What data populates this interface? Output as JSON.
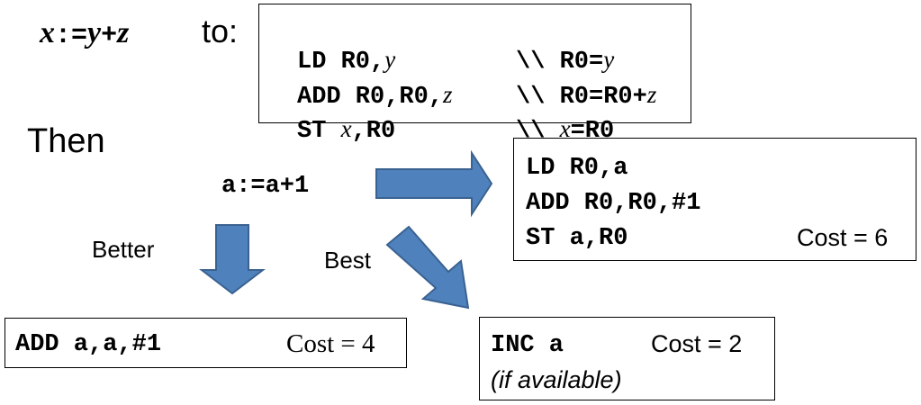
{
  "statement": {
    "lhs": "x",
    "op": ":=",
    "rhs_a": "y",
    "plus": "+",
    "rhs_b": "z"
  },
  "to_label": "to:",
  "generic_code": [
    {
      "instr": "LD R0,",
      "arg": "y",
      "comment_prefix": "\\\\ R0=",
      "comment_var": "y",
      "comment_suffix": ""
    },
    {
      "instr": "ADD R0,R0,",
      "arg": "z",
      "comment_prefix": "\\\\ R0=R0+",
      "comment_var": "z",
      "comment_suffix": ""
    },
    {
      "instr": "ST ",
      "arg": "x",
      "instr_suffix": ",R0",
      "comment_prefix": "\\\\ ",
      "comment_var": "x",
      "comment_suffix": "=R0"
    }
  ],
  "then_label": "Then",
  "example_statement": "a:=a+1",
  "naive": {
    "lines": [
      "LD R0,a",
      "ADD R0,R0,#1",
      "ST a,R0"
    ],
    "cost": "Cost = 6"
  },
  "better": {
    "label": "Better",
    "code": "ADD a,a,#1",
    "cost": "Cost = 4"
  },
  "best": {
    "label": "Best",
    "code": "INC a",
    "cost": "Cost = 2",
    "note": "(if available)"
  },
  "colors": {
    "arrow_fill": "#4f81bd",
    "arrow_stroke": "#3a6290",
    "border": "#000000"
  },
  "icons": [
    "arrow-right",
    "arrow-down",
    "arrow-down-right"
  ]
}
